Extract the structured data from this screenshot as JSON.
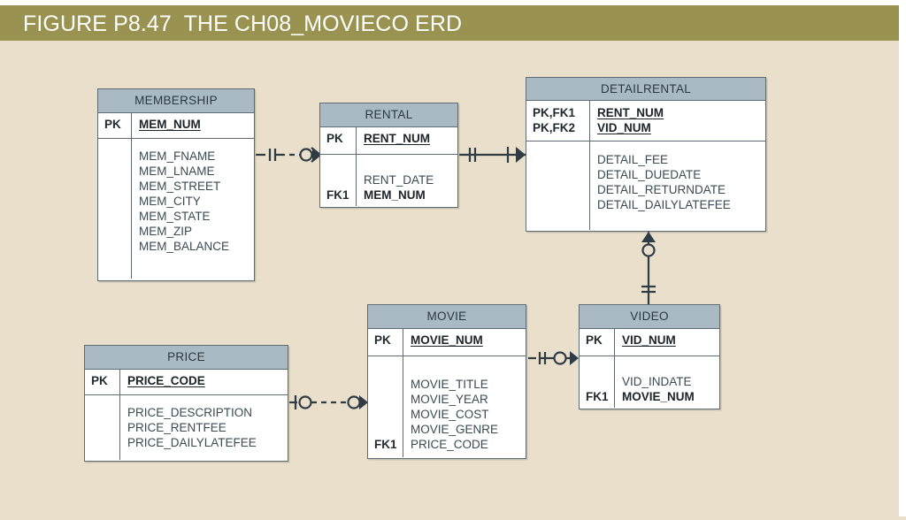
{
  "figure": {
    "title": "FIGURE P8.47  THE CH08_MOVIECO ERD",
    "band_color": "#9a9250",
    "page_background": "#e9dfca",
    "entity_header_color": "#a9bac4",
    "entity_border_color": "#5d6b74"
  },
  "entities": {
    "membership": {
      "name": "MEMBERSHIP",
      "pk_rows": [
        {
          "key": "PK",
          "attr": "MEM_NUM"
        }
      ],
      "attr_rows": [
        {
          "key": "",
          "attr": "MEM_FNAME"
        },
        {
          "key": "",
          "attr": "MEM_LNAME"
        },
        {
          "key": "",
          "attr": "MEM_STREET"
        },
        {
          "key": "",
          "attr": "MEM_CITY"
        },
        {
          "key": "",
          "attr": "MEM_STATE"
        },
        {
          "key": "",
          "attr": "MEM_ZIP"
        },
        {
          "key": "",
          "attr": "MEM_BALANCE"
        }
      ]
    },
    "rental": {
      "name": "RENTAL",
      "pk_rows": [
        {
          "key": "PK",
          "attr": "RENT_NUM"
        }
      ],
      "attr_rows": [
        {
          "key": "",
          "attr": "RENT_DATE"
        },
        {
          "key": "FK1",
          "attr": "MEM_NUM"
        }
      ]
    },
    "detailrental": {
      "name": "DETAILRENTAL",
      "pk_rows": [
        {
          "key": "PK,FK1",
          "attr": "RENT_NUM"
        },
        {
          "key": "PK,FK2",
          "attr": "VID_NUM"
        }
      ],
      "attr_rows": [
        {
          "key": "",
          "attr": "DETAIL_FEE"
        },
        {
          "key": "",
          "attr": "DETAIL_DUEDATE"
        },
        {
          "key": "",
          "attr": "DETAIL_RETURNDATE"
        },
        {
          "key": "",
          "attr": "DETAIL_DAILYLATEFEE"
        }
      ]
    },
    "movie": {
      "name": "MOVIE",
      "pk_rows": [
        {
          "key": "PK",
          "attr": "MOVIE_NUM"
        }
      ],
      "attr_rows": [
        {
          "key": "",
          "attr": "MOVIE_TITLE"
        },
        {
          "key": "",
          "attr": "MOVIE_YEAR"
        },
        {
          "key": "",
          "attr": "MOVIE_COST"
        },
        {
          "key": "",
          "attr": "MOVIE_GENRE"
        },
        {
          "key": "FK1",
          "attr": "PRICE_CODE"
        }
      ]
    },
    "video": {
      "name": "VIDEO",
      "pk_rows": [
        {
          "key": "PK",
          "attr": "VID_NUM"
        }
      ],
      "attr_rows": [
        {
          "key": "",
          "attr": "VID_INDATE"
        },
        {
          "key": "FK1",
          "attr": "MOVIE_NUM"
        }
      ]
    },
    "price": {
      "name": "PRICE",
      "pk_rows": [
        {
          "key": "PK",
          "attr": "PRICE_CODE"
        }
      ],
      "attr_rows": [
        {
          "key": "",
          "attr": "PRICE_DESCRIPTION"
        },
        {
          "key": "",
          "attr": "PRICE_RENTFEE"
        },
        {
          "key": "",
          "attr": "PRICE_DAILYLATEFEE"
        }
      ]
    }
  },
  "relationships": [
    {
      "id": "membership-rental",
      "from": "MEMBERSHIP",
      "to": "RENTAL",
      "line_style": "dashed",
      "from_cardinality": "one-and-only-one",
      "to_cardinality": "zero-or-many"
    },
    {
      "id": "rental-detailrental",
      "from": "RENTAL",
      "to": "DETAILRENTAL",
      "line_style": "solid",
      "from_cardinality": "one-and-only-one",
      "to_cardinality": "one-or-many"
    },
    {
      "id": "detailrental-video",
      "from": "DETAILRENTAL",
      "to": "VIDEO",
      "line_style": "solid",
      "from_cardinality": "zero-or-many",
      "to_cardinality": "one-and-only-one"
    },
    {
      "id": "movie-video",
      "from": "MOVIE",
      "to": "VIDEO",
      "line_style": "solid",
      "from_cardinality": "one-and-only-one",
      "to_cardinality": "zero-or-many"
    },
    {
      "id": "price-movie",
      "from": "PRICE",
      "to": "MOVIE",
      "line_style": "dashed",
      "from_cardinality": "zero-or-one",
      "to_cardinality": "zero-or-many"
    }
  ]
}
